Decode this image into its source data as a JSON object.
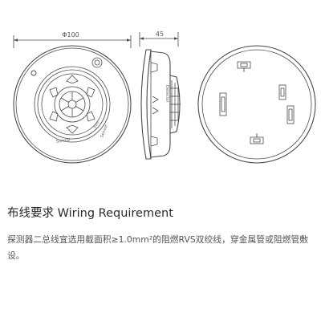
{
  "drawing": {
    "diameter_label": "Φ100",
    "height_label": "45",
    "front_text_1": "Sunme",
    "front_text_2": "Fire",
    "front_text_3": "Sensor",
    "side_text": "Detector"
  },
  "heading": "布线要求 Wiring Requirement",
  "description": "探测器二总线宜选用截面积≥1.0mm²的阻燃RVS双绞线，穿金属管或阻燃管敷设。",
  "colors": {
    "line": "#4a4a4a",
    "heading": "#2a2a2a",
    "body": "#555555"
  }
}
